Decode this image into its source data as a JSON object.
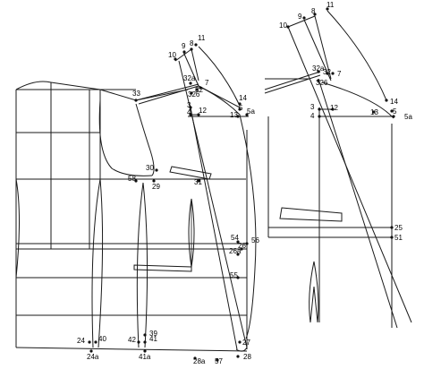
{
  "diagram": {
    "type": "garment-pattern-draft",
    "colors": {
      "line": "#1a1a1a",
      "background": "#ffffff"
    },
    "main_view": {
      "point_labels": [
        "11",
        "9",
        "8",
        "10",
        "32a",
        "7",
        "32",
        "326",
        "33",
        "14",
        "3",
        "12",
        "5",
        "4",
        "13",
        "5a",
        "30",
        "58",
        "29",
        "31",
        "54",
        "56",
        "26",
        "26a",
        "55",
        "39",
        "24",
        "40",
        "42",
        "41",
        "27",
        "24a",
        "41a",
        "28a",
        "57",
        "28"
      ]
    },
    "detail_view": {
      "point_labels": [
        "11",
        "9",
        "8",
        "10",
        "32a",
        "7",
        "32",
        "326",
        "14",
        "3",
        "12",
        "13",
        "5",
        "5a",
        "4",
        "25",
        "51"
      ]
    }
  }
}
